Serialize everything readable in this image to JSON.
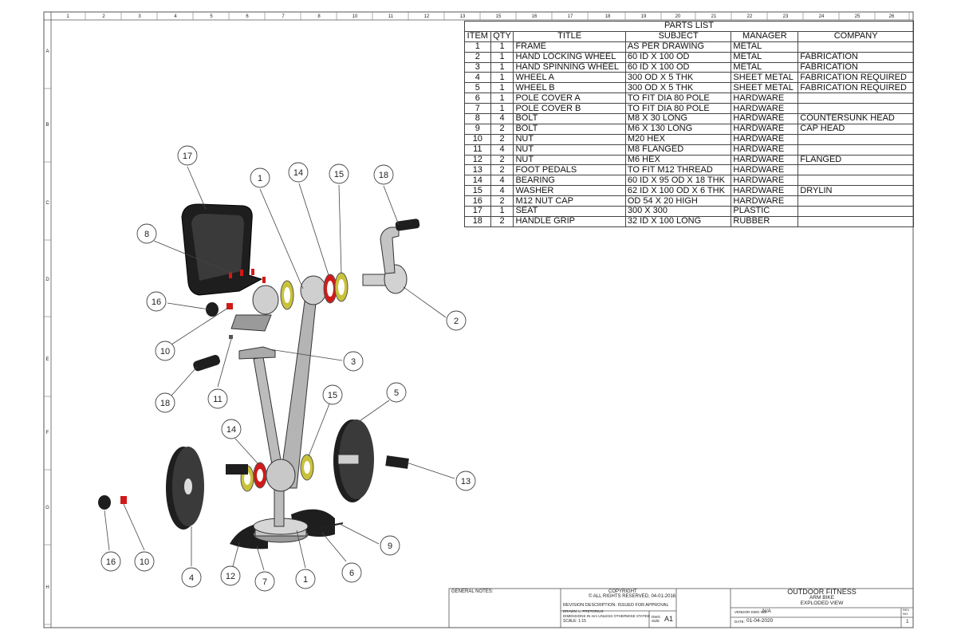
{
  "sheet": {
    "col_numbers": [
      "1",
      "2",
      "3",
      "4",
      "5",
      "6",
      "7",
      "8",
      "10",
      "11",
      "12",
      "13",
      "15",
      "16",
      "17",
      "18",
      "19",
      "20",
      "21",
      "22",
      "23",
      "24",
      "25",
      "26"
    ],
    "row_letters": [
      "A",
      "B",
      "C",
      "D",
      "E",
      "F",
      "G",
      "H"
    ]
  },
  "parts_list": {
    "title": "PARTS LIST",
    "headers": [
      "ITEM",
      "QTY",
      "TITLE",
      "SUBJECT",
      "MANAGER",
      "COMPANY"
    ],
    "rows": [
      [
        "1",
        "1",
        "FRAME",
        "AS PER DRAWING",
        "METAL",
        ""
      ],
      [
        "2",
        "1",
        "HAND LOCKING WHEEL",
        "60 ID X 100 OD",
        "METAL",
        "FABRICATION"
      ],
      [
        "3",
        "1",
        "HAND SPINNING WHEEL",
        "60 ID X 100 OD",
        "METAL",
        "FABRICATION"
      ],
      [
        "4",
        "1",
        "WHEEL A",
        "300 OD X 5 THK",
        "SHEET METAL",
        "FABRICATION REQUIRED"
      ],
      [
        "5",
        "1",
        "WHEEL B",
        "300 OD X 5 THK",
        "SHEET METAL",
        "FABRICATION REQUIRED"
      ],
      [
        "6",
        "1",
        "POLE COVER A",
        "TO FIT DIA 80 POLE",
        "HARDWARE",
        ""
      ],
      [
        "7",
        "1",
        "POLE COVER B",
        "TO FIT DIA 80 POLE",
        "HARDWARE",
        ""
      ],
      [
        "8",
        "4",
        "BOLT",
        "M8 X 30 LONG",
        "HARDWARE",
        "COUNTERSUNK HEAD"
      ],
      [
        "9",
        "2",
        "BOLT",
        "M6 X 130 LONG",
        "HARDWARE",
        "CAP HEAD"
      ],
      [
        "10",
        "2",
        "NUT",
        "M20 HEX",
        "HARDWARE",
        ""
      ],
      [
        "11",
        "4",
        "NUT",
        "M8 FLANGED",
        "HARDWARE",
        ""
      ],
      [
        "12",
        "2",
        "NUT",
        "M6 HEX",
        "HARDWARE",
        "FLANGED"
      ],
      [
        "13",
        "2",
        "FOOT PEDALS",
        "TO FIT M12 THREAD",
        "HARDWARE",
        ""
      ],
      [
        "14",
        "4",
        "BEARING",
        "60 ID X 95 OD X 18 THK",
        "HARDWARE",
        ""
      ],
      [
        "15",
        "4",
        "WASHER",
        "62 ID X 100 OD X 6 THK",
        "HARDWARE",
        "DRYLIN"
      ],
      [
        "16",
        "2",
        "M12 NUT CAP",
        "OD 54 X 20 HIGH",
        "HARDWARE",
        ""
      ],
      [
        "17",
        "1",
        "SEAT",
        "300 X 300",
        "PLASTIC",
        ""
      ],
      [
        "18",
        "2",
        "HANDLE GRIP",
        "32 ID X 100 LONG",
        "RUBBER",
        ""
      ]
    ]
  },
  "balloons": [
    "17",
    "1",
    "14",
    "15",
    "18",
    "8",
    "2",
    "16",
    "10",
    "3",
    "18",
    "11",
    "15",
    "5",
    "14",
    "13",
    "16",
    "10",
    "4",
    "12",
    "7",
    "1",
    "6",
    "9"
  ],
  "title_block": {
    "general_notes": "GENERAL NOTES:",
    "copyright": "COPYRIGHT",
    "rights": "© ALL RIGHTS RESERVED, 04-01-2016",
    "revision": "REVISION DESCRIPTION: ISSUED FOR APPROVAL",
    "drawn": "DRAWN: L. PRETORIUS",
    "dimensions": "DIMENSIONS IN mm UNLESS OTHERWISE STATED",
    "scale": "SCALE: 1:15",
    "dwg_size_label": "DWG SIZE",
    "dwg_size": "A1",
    "company": "OUTDOOR FITNESS",
    "product": "ARM BIKE",
    "view": "EXPLODED VIEW",
    "vendor_label": "VENDOR DWG NO:",
    "vendor_value": "N/A",
    "date_label": "DATE:",
    "date": "01-04-2020",
    "rev_label": "REV NO:",
    "rev": "1"
  },
  "colors": {
    "bearing": "#d01a1a",
    "washer": "#c9c23a",
    "frame": "#b8b8b8",
    "plastic": "#1e1e1e"
  }
}
